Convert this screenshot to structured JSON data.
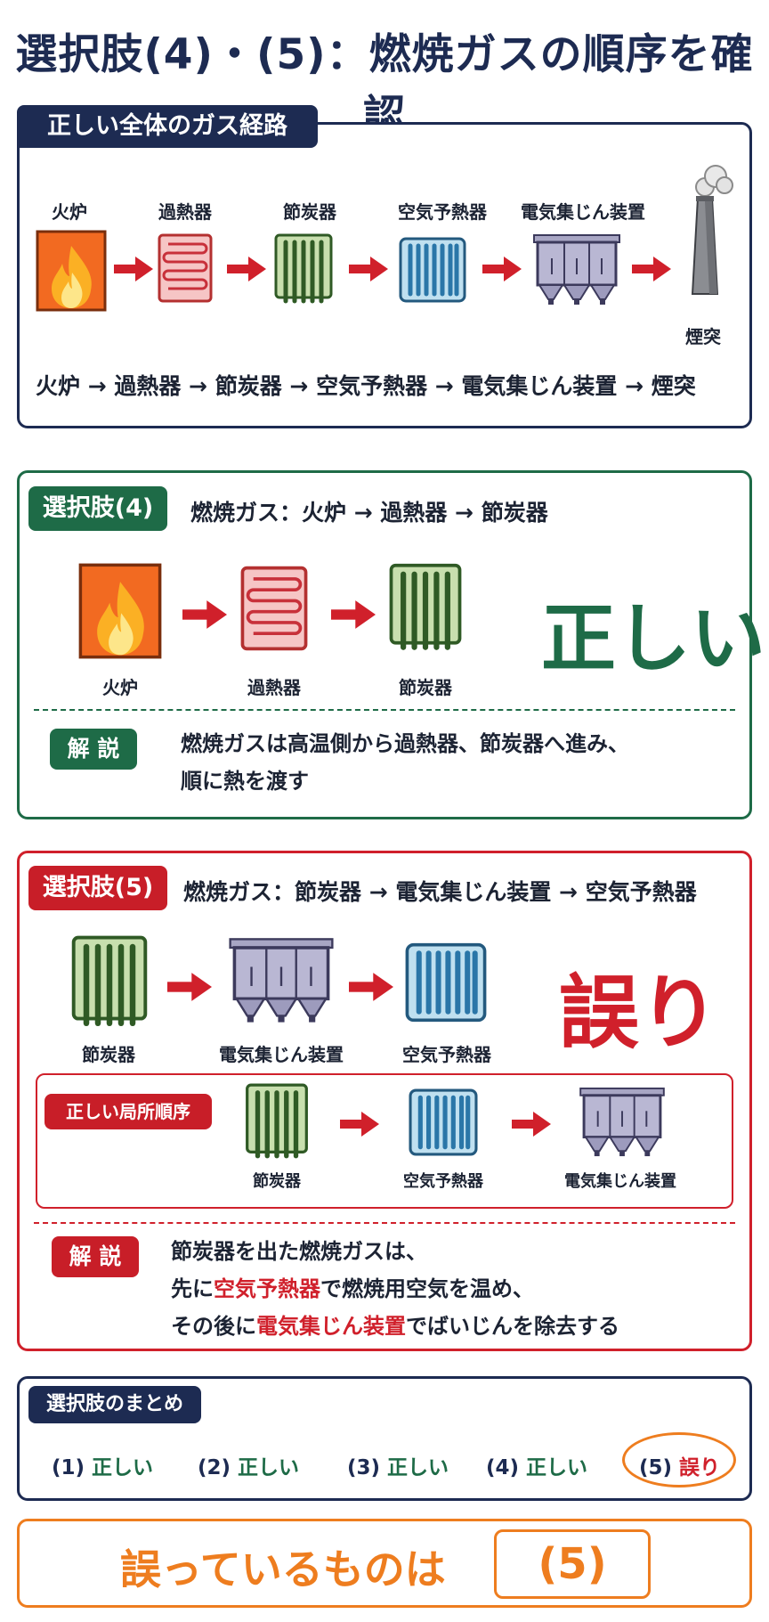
{
  "title": "選択肢(4)・(5)：燃焼ガスの順序を確認",
  "route": {
    "heading": "正しい全体のガス経路",
    "labels": [
      "火炉",
      "過熱器",
      "節炭器",
      "空気予熱器",
      "電気集じん装置",
      "煙突"
    ],
    "sequence": "火炉 → 過熱器 → 節炭器 → 空気予熱器 → 電気集じん装置 → 煙突"
  },
  "option4": {
    "tag": "選択肢(4)",
    "statement": "燃焼ガス：火炉 → 過熱器 → 節炭器",
    "labels": [
      "火炉",
      "過熱器",
      "節炭器"
    ],
    "verdict": "正しい",
    "explain_tag": "解 説",
    "explain_line1": "燃焼ガスは高温側から過熱器、節炭器へ進み、",
    "explain_line2": "順に熱を渡す"
  },
  "option5": {
    "tag": "選択肢(5)",
    "statement": "燃焼ガス：節炭器 → 電気集じん装置 → 空気予熱器",
    "labels": [
      "節炭器",
      "電気集じん装置",
      "空気予熱器"
    ],
    "verdict": "誤り",
    "correct_tag": "正しい局所順序",
    "correct_labels": [
      "節炭器",
      "空気予熱器",
      "電気集じん装置"
    ],
    "explain_tag": "解 説",
    "explain_line1": "節炭器を出た燃焼ガスは、",
    "explain_line2_pre": "先に",
    "explain_line2_hl": "空気予熱器",
    "explain_line2_post": "で燃焼用空気を温め、",
    "explain_line3_pre": "その後に",
    "explain_line3_hl": "電気集じん装置",
    "explain_line3_post": "でばいじんを除去する"
  },
  "summary": {
    "heading": "選択肢のまとめ",
    "items": [
      {
        "num": "(1)",
        "result": "正しい"
      },
      {
        "num": "(2)",
        "result": "正しい"
      },
      {
        "num": "(3)",
        "result": "正しい"
      },
      {
        "num": "(4)",
        "result": "正しい"
      },
      {
        "num": "(5)",
        "result": "誤り"
      }
    ]
  },
  "answer": {
    "text": "誤っているものは",
    "value": "(5)"
  },
  "colors": {
    "navy": "#1d2b52",
    "green": "#1e6b47",
    "red": "#d0202b",
    "orange": "#ee7d1f"
  }
}
